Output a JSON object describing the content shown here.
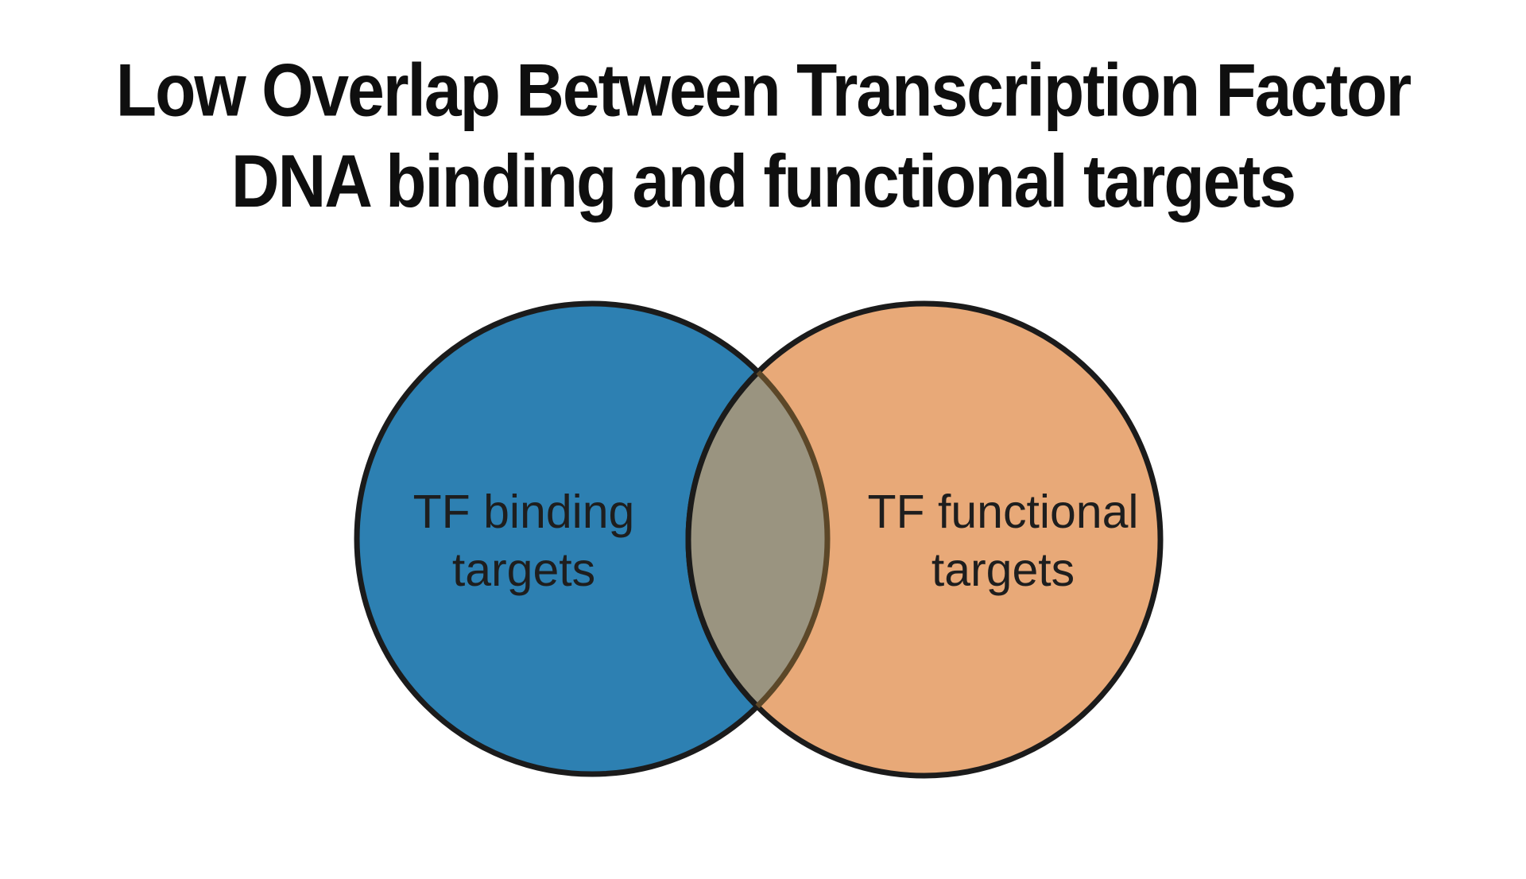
{
  "title": {
    "line1": "Low Overlap Between Transcription Factor",
    "line2": "DNA binding and functional targets"
  },
  "venn": {
    "left_set": {
      "label_line1": "TF binding",
      "label_line2": "targets"
    },
    "right_set": {
      "label_line1": "TF functional",
      "label_line2": "targets"
    }
  },
  "colors": {
    "background": "#FFFFFF",
    "title_text": "#0F0F0F",
    "label_text": "#1E1E1E",
    "left_fill": "#2D80B2",
    "right_fill": "#E8A978",
    "overlap_fill": "#9A9480",
    "outline": "#1B1B1B",
    "overlap_right_arc": "#5C4728"
  }
}
